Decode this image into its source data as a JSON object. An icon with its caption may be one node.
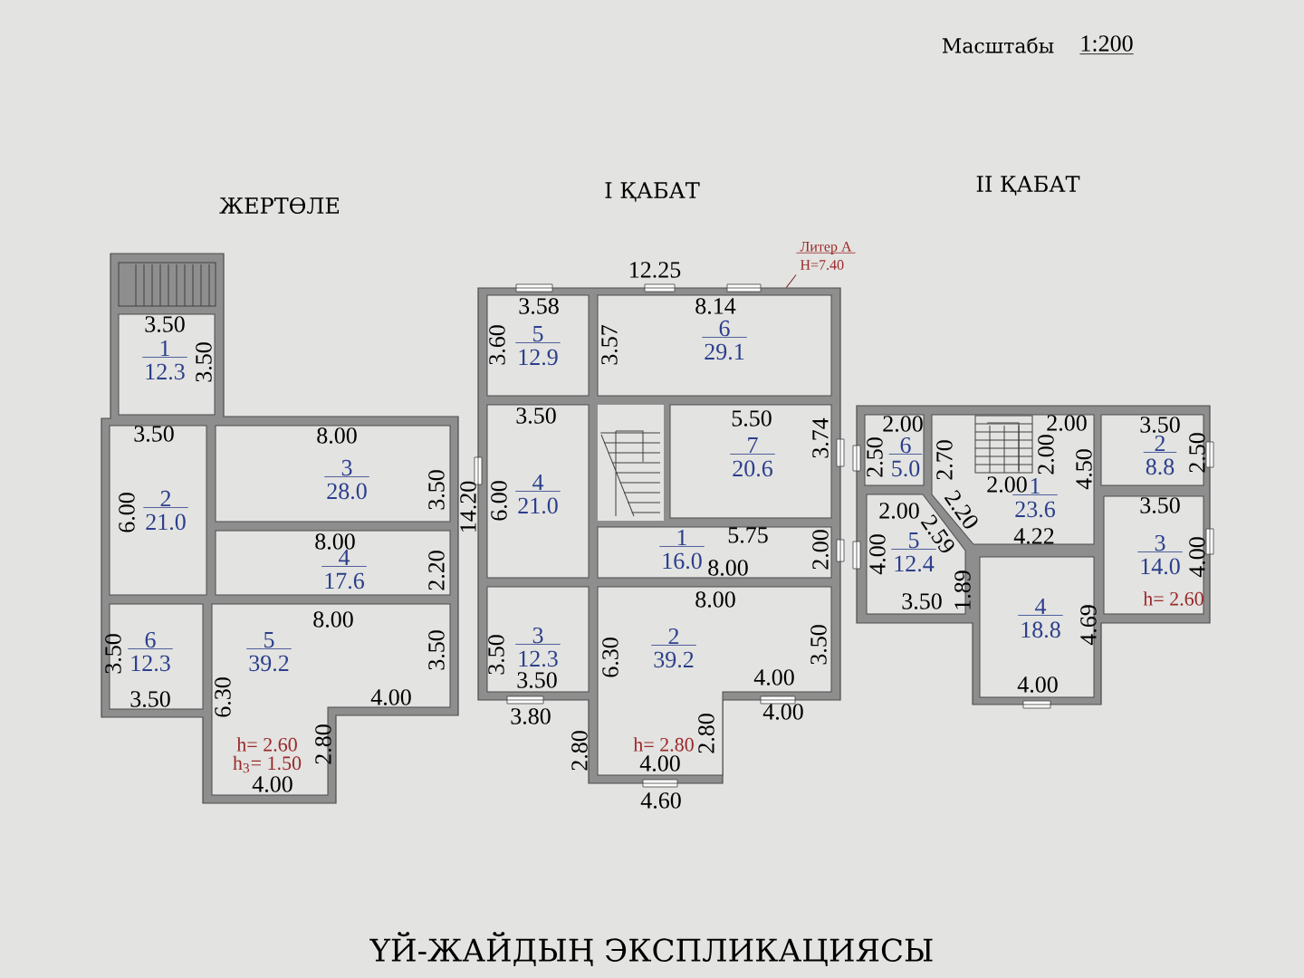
{
  "diagram": {
    "caption": "ҮЙ-ЖАЙДЫҢ ЭКСПЛИКАЦИЯСЫ",
    "nodes": [
      {
        "text": [],
        "shape": "box"
      },
      {
        "text": [
          "1",
          "12.3"
        ],
        "in": 0
      },
      {
        "text": [
          "2",
          "21.0"
        ],
        "in": 0
      },
      {
        "text": [
          "3",
          "28.0"
        ],
        "in": 0
      },
      {
        "text": [
          "4",
          "17.6"
        ],
        "in": 0
      },
      {
        "text": [
          "6",
          "12.3"
        ],
        "in": 0
      },
      {
        "text": [
          "5",
          "39.2"
        ],
        "in": 0
      },
      {
        "text": [],
        "shape": "box"
      },
      {
        "text": [
          "5",
          "12.9"
        ],
        "in": 7
      },
      {
        "text": [
          "6",
          "29.1"
        ],
        "in": 7
      },
      {
        "text": [
          "4",
          "21.0"
        ],
        "in": 7
      },
      {
        "text": [
          "7",
          "20.6"
        ],
        "in": 7
      },
      {
        "text": [
          "1",
          "16.0"
        ],
        "in": 7
      },
      {
        "text": [
          "3",
          "12.3"
        ],
        "in": 7
      },
      {
        "text": [
          "2",
          "39.2"
        ],
        "in": 7
      },
      {
        "text": [],
        "shape": "box"
      },
      {
        "text": [
          "6",
          "5.0"
        ],
        "in": 15
      },
      {
        "text": [
          "1",
          "23.6"
        ],
        "in": 15
      },
      {
        "text": [
          "2",
          "8.8"
        ],
        "in": 15
      },
      {
        "text": [
          "5",
          "12.4"
        ],
        "in": 15
      },
      {
        "text": [
          "3",
          "14.0"
        ],
        "in": 15
      },
      {
        "text": [
          "4",
          "18.8"
        ],
        "in": 15
      },
      {
        "text": [
          "Литер А",
          "H=7.40"
        ]
      }
    ],
    "edges": [
      {
        "from": 22,
        "to": 7,
        "arrow": "none"
      }
    ],
    "labels": [
      "Масштабы",
      "1:200",
      "ЖЕРТӨЛЕ",
      "I ҚАБАТ",
      "II ҚАБАТ",
      "3.50",
      "3.50",
      "3.50",
      "8.00",
      "6.00",
      "3.50",
      "8.00",
      "2.20",
      "8.00",
      "3.50",
      "3.50",
      "3.50",
      "6.30",
      "4.00",
      "h= 2.60",
      "h$_{3}$= 1.50",
      "2.80",
      "4.00",
      "14.20",
      "12.25",
      "3.58",
      "8.14",
      "3.60",
      "3.57",
      "3.50",
      "5.50",
      "3.74",
      "6.00",
      "5.75",
      "8.00",
      "2.00",
      "8.00",
      "3.50",
      "6.30",
      "3.50",
      "3.50",
      "4.00",
      "3.80",
      "4.00",
      "2.80",
      "h= 2.80",
      "2.80",
      "4.00",
      "4.60",
      "2.00",
      "2.00",
      "3.50",
      "2.50",
      "2.70",
      "2.00",
      "2.00",
      "4.50",
      "2.50",
      "2.00",
      "2.20",
      "3.50",
      "4.00",
      "2.59",
      "4.22",
      "4.00",
      "3.50",
      "1.89",
      "h= 2.60",
      "4.69",
      "4.00"
    ]
  }
}
